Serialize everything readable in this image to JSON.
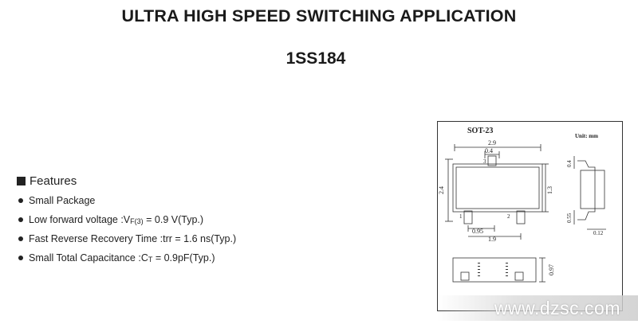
{
  "header": {
    "title": "ULTRA HIGH SPEED SWITCHING APPLICATION",
    "part_number": "1SS184"
  },
  "features": {
    "heading": "Features",
    "items": [
      {
        "text": "Small Package"
      },
      {
        "pre": "Low forward voltage  :V",
        "sub1": "F",
        "sub2": "(3)",
        "post": " = 0.9 V(Typ.)"
      },
      {
        "text": "Fast Reverse Recovery Time  :trr = 1.6 ns(Typ.)"
      },
      {
        "pre": "Small Total Capacitance  :C",
        "sub1": "T",
        "post": " = 0.9pF(Typ.)"
      }
    ]
  },
  "package_drawing": {
    "package": "SOT-23",
    "unit": "Unit: mm",
    "dims": {
      "width": "2.9",
      "lead_width": "0.4",
      "height_outer": "2.4",
      "height_body": "1.3",
      "pitch_half": "0.95",
      "pitch": "1.9",
      "side_top": "0.4",
      "side_bottom": "0.55",
      "side_foot": "0.12",
      "thickness": "0.97"
    },
    "pins": [
      "1",
      "2",
      "3"
    ]
  },
  "watermark": {
    "text": "www.dzsc.com"
  }
}
